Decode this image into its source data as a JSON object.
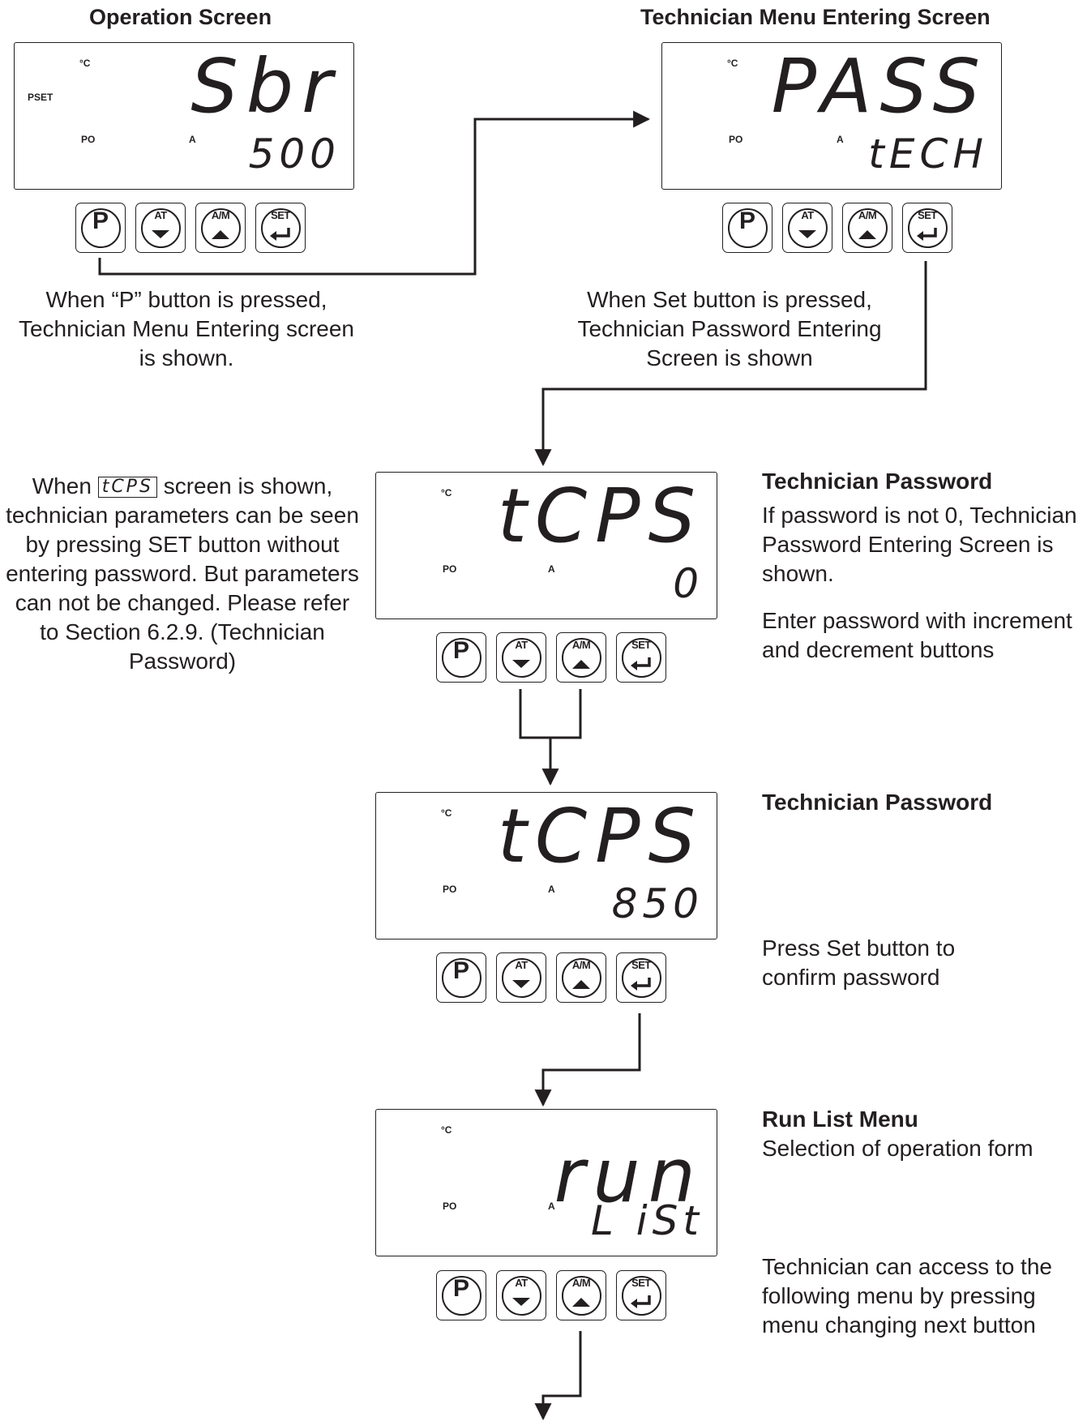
{
  "titles": {
    "operation": "Operation Screen",
    "tech_menu": "Technician Menu Entering Screen"
  },
  "indicators": {
    "celsius": "°C",
    "pset": "PSET",
    "po": "PO",
    "a": "A"
  },
  "screens": [
    {
      "top": "Sbr",
      "bottom": "500"
    },
    {
      "top": "PASS",
      "bottom": "tECH"
    },
    {
      "top": "tCPS",
      "bottom": "0"
    },
    {
      "top": "tCPS",
      "bottom": "850"
    },
    {
      "top": "run",
      "bottom": "L iSt"
    }
  ],
  "buttons": {
    "p": "P",
    "at": "AT",
    "am": "A/M",
    "set": "SET"
  },
  "captions": {
    "p_pressed": "When “P” button is pressed, Technician Menu Entering screen is shown.",
    "set_pressed": "When Set button is pressed, Technician Password Entering Screen is shown",
    "tcps_note_before": "When",
    "tcps_inline": "tCPS",
    "tcps_note_after": "screen is shown, technician parameters can be seen by pressing SET button without entering password. But parameters can not be changed. Please refer to Section 6.2.9. (Technician Password)"
  },
  "right_notes": {
    "pw1_title": "Technician Password",
    "pw1_text": "If password is not 0, Technician Password Entering Screen is shown.",
    "pw1_enter": "Enter password with increment and decrement buttons",
    "pw2_title": "Technician Password",
    "pw2_confirm": "Press Set button to confirm password",
    "run_title": "Run List Menu",
    "run_sub": "Selection of operation form",
    "run_text": "Technician can access to the following menu by pressing menu changing next button"
  }
}
